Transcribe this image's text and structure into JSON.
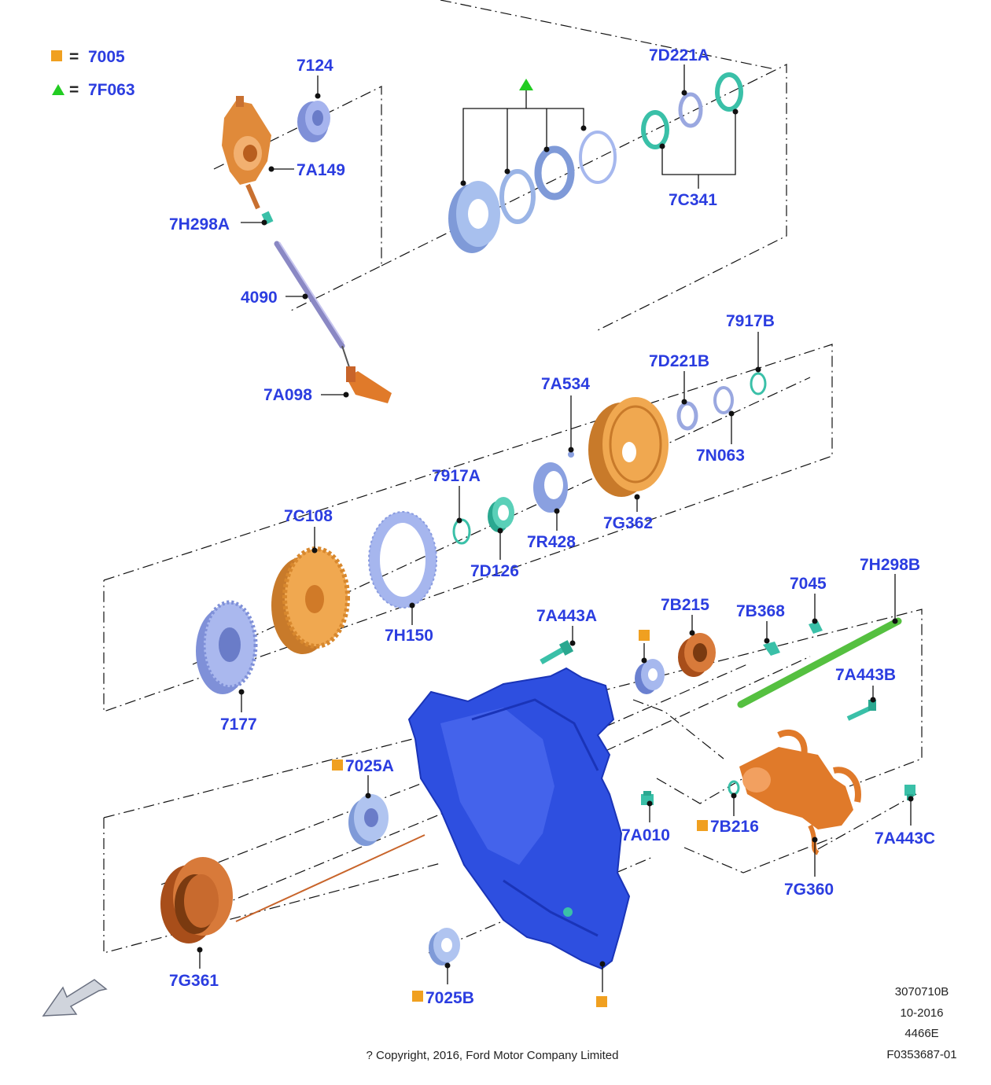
{
  "colors": {
    "label": "#2b3de0",
    "orange": "#f0a020",
    "orange_part": "#e07a2a",
    "green": "#22cc22",
    "blue_part": "#8aa0e6",
    "teal_part": "#3ac0a8",
    "case_blue": "#2e4fe0",
    "rod_green": "#55c040",
    "copper": "#c8642a"
  },
  "legend": [
    {
      "symbol": "orange-square",
      "equals": "=",
      "code": "7005"
    },
    {
      "symbol": "green-triangle",
      "equals": "=",
      "code": "7F063"
    }
  ],
  "callouts": [
    "7124",
    "7A149",
    "7H298A",
    "4090",
    "7A098",
    "7D221A",
    "7C341",
    "7917B",
    "7D221B",
    "7N063",
    "7A534",
    "7917A",
    "7D126",
    "7R428",
    "7G362",
    "7C108",
    "7H150",
    "7177",
    "7H298B",
    "7045",
    "7B368",
    "7B215",
    "7A443A",
    "7A443B",
    "7025A",
    "7B216",
    "7A010",
    "7A443C",
    "7G360",
    "7G361",
    "7025B"
  ],
  "footer": {
    "ref_lines": [
      "3070710B",
      "10-2016",
      "4466E",
      "F0353687-01"
    ],
    "copyright": "? Copyright, 2016, Ford Motor Company Limited"
  }
}
